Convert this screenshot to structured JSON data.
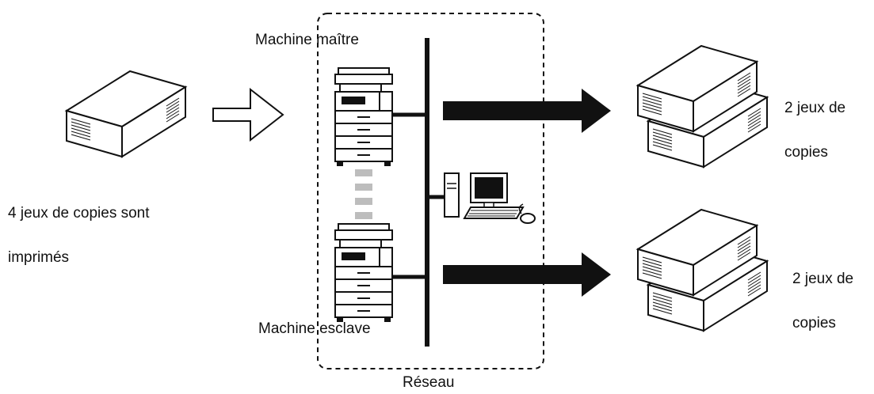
{
  "labels": {
    "source": [
      "4 jeux de copies sont",
      "imprimés"
    ],
    "master": "Machine maître",
    "slave": "Machine esclave",
    "network": "Réseau",
    "output_top": [
      "2 jeux de",
      "copies"
    ],
    "output_bottom": [
      "2 jeux de",
      "copies"
    ]
  },
  "colors": {
    "line": "#111111",
    "dashes": "#bdbdbd",
    "paper_fill": "#ffffff"
  }
}
